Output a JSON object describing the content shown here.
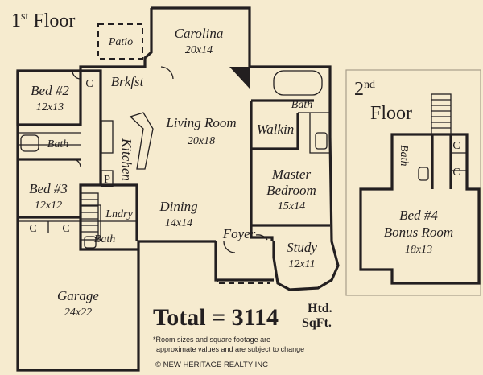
{
  "floors": {
    "first_base": "1",
    "first_sup": "st",
    "first_word": "Floor",
    "second_base": "2",
    "second_sup": "nd",
    "second_word": "Floor"
  },
  "rooms": {
    "patio": "Patio",
    "carolina": {
      "name": "Carolina",
      "size": "20x14"
    },
    "bed2": {
      "name": "Bed #2",
      "size": "12x13"
    },
    "brkfst": "Brkfst",
    "living": {
      "name": "Living Room",
      "size": "20x18"
    },
    "bath1": "Bath",
    "kitchen": "Kitchen",
    "master_bath": "Bath",
    "walkin": "Walkin",
    "master": {
      "name1": "Master",
      "name2": "Bedroom",
      "size": "15x14"
    },
    "bed3": {
      "name": "Bed #3",
      "size": "12x12"
    },
    "pantry": "P",
    "dining": {
      "name": "Dining",
      "size": "14x14"
    },
    "laundry": "Lndry",
    "foyer": "Foyer",
    "study": {
      "name": "Study",
      "size": "12x11"
    },
    "bath2": "Bath",
    "garage": {
      "name": "Garage",
      "size": "24x22"
    },
    "bath3": "Bath",
    "bed4": {
      "name1": "Bed #4",
      "name2": "Bonus Room",
      "size": "18x13"
    }
  },
  "closet_label": "C",
  "total": {
    "text": "Total = 3114",
    "unit1": "Htd.",
    "unit2": "SqFt."
  },
  "note_line1": "*Room sizes and square footage are",
  "note_line2": "approximate values and are subject to change",
  "copyright": "© NEW HERITAGE REALTY INC"
}
